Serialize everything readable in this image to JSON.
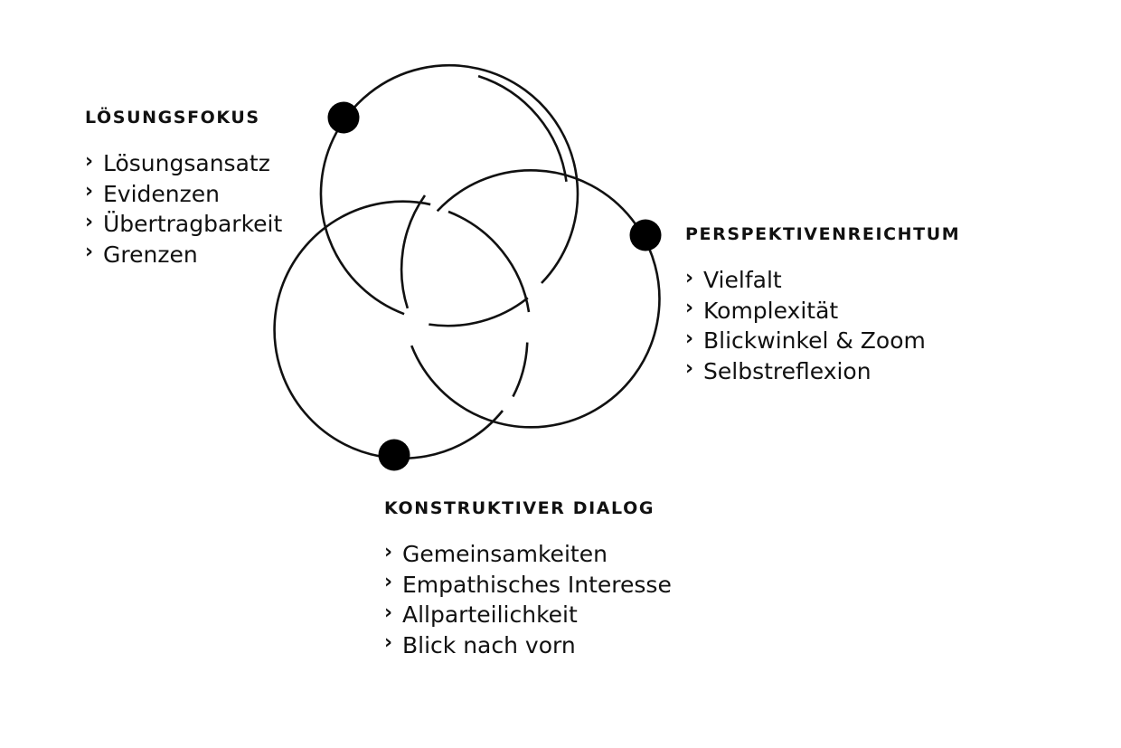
{
  "diagram": {
    "line_color": "#111111",
    "node_color": "#000000",
    "background": "#ffffff",
    "bullet_icon": "chevron-right-icon",
    "groups": [
      {
        "heading": "LÖSUNGSFOKUS",
        "items": [
          "Lösungsansatz",
          "Evidenzen",
          "Übertragbarkeit",
          "Grenzen"
        ]
      },
      {
        "heading": "PERSPEKTIVENREICHTUM",
        "items": [
          "Vielfalt",
          "Komplexität",
          "Blickwinkel & Zoom",
          "Selbstreflexion"
        ]
      },
      {
        "heading": "KONSTRUKTIVER DIALOG",
        "items": [
          "Gemeinsamkeiten",
          "Empathisches Interesse",
          "Allparteilichkeit",
          "Blick nach vorn"
        ]
      }
    ]
  }
}
